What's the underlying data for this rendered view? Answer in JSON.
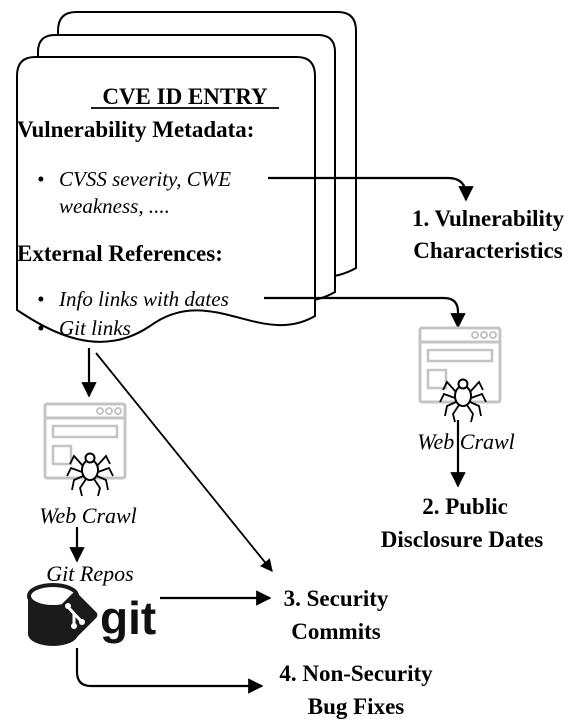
{
  "cve_document": {
    "title": "CVE ID ENTRY",
    "metadata_heading": "Vulnerability Metadata:",
    "metadata_item_line1": "CVSS severity, CWE",
    "metadata_item_line2": "weakness, ....",
    "references_heading": "External References:",
    "reference_items": [
      "Info links with dates",
      "Git links"
    ],
    "bullet": "•"
  },
  "web_crawl_label": "Web Crawl",
  "git_repos_label": "Git Repos",
  "git_logo_text": "git",
  "outputs": {
    "vulnerability_characteristics": [
      "1. Vulnerability",
      "Characteristics"
    ],
    "public_disclosure_dates": [
      "2. Public",
      "Disclosure Dates"
    ],
    "security_commits": [
      "3. Security",
      "Commits"
    ],
    "non_security_bug_fixes": [
      "4. Non-Security",
      "Bug Fixes"
    ]
  },
  "colors": {
    "stroke": "#000000",
    "browser_gray": "#c4c4c4",
    "git_drum": "#1a1a1a"
  },
  "icons": [
    "document-stack-icon",
    "browser-window-icon",
    "spider-icon",
    "database-icon",
    "git-logo-icon"
  ]
}
